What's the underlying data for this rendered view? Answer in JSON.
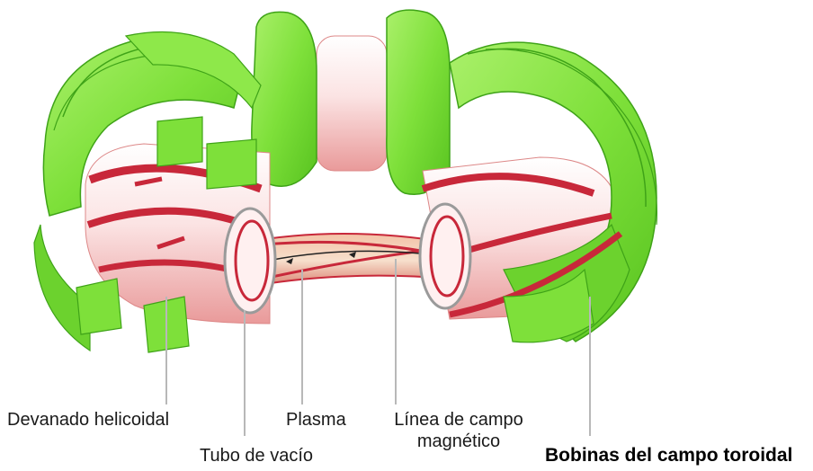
{
  "labels": {
    "helical": "Devanado helicoidal",
    "tube": "Tubo de vacío",
    "plasma": "Plasma",
    "field_line_1": "Línea de campo",
    "field_line_2": "magnético",
    "toroidal": "Bobinas del campo toroidal"
  },
  "colors": {
    "coil_green": "#7ee03a",
    "coil_dark": "#3fa318",
    "vessel_pink": "#f4c6c6",
    "helix_red": "#c8283a"
  }
}
